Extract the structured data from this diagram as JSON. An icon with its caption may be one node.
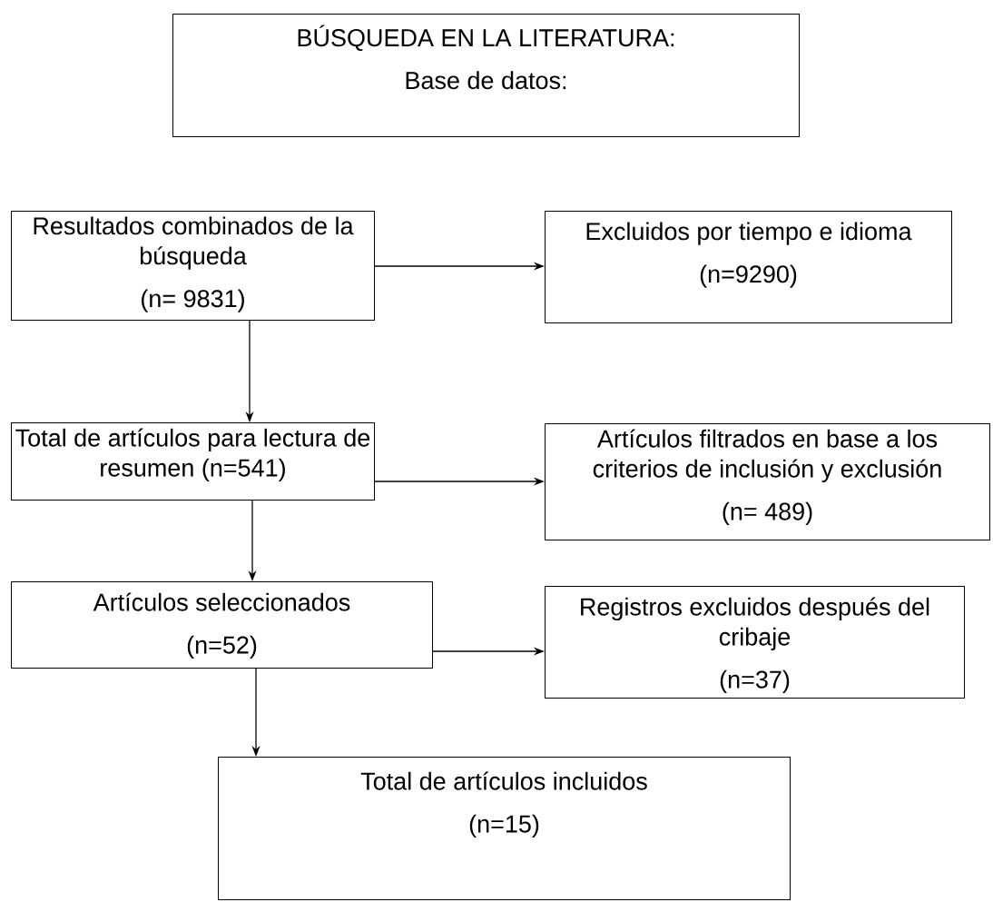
{
  "diagram": {
    "nodes": [
      {
        "text": [
          "BÚSQUEDA EN LA LITERATURA:",
          "Base de datos:"
        ]
      },
      {
        "text": [
          "Resultados combinados de la búsqueda",
          "(n= 9831)"
        ]
      },
      {
        "text": [
          "Excluidos por tiempo e idioma",
          "(n=9290)"
        ]
      },
      {
        "text": [
          "Total de artículos para lectura de resumen (n=541)"
        ]
      },
      {
        "text": [
          "Artículos filtrados en base a los criterios de inclusión y exclusión",
          "(n= 489)"
        ]
      },
      {
        "text": [
          "Artículos seleccionados",
          "(n=52)"
        ]
      },
      {
        "text": [
          "Registros excluidos después del cribaje",
          "(n=37)"
        ]
      },
      {
        "text": [
          "Total de artículos incluidos",
          "(n=15)"
        ]
      }
    ],
    "edges": [
      {
        "from": 1,
        "to": 2,
        "arrow": "to"
      },
      {
        "from": 1,
        "to": 3,
        "arrow": "to"
      },
      {
        "from": 3,
        "to": 4,
        "arrow": "to"
      },
      {
        "from": 3,
        "to": 5,
        "arrow": "to"
      },
      {
        "from": 5,
        "to": 6,
        "arrow": "to"
      },
      {
        "from": 5,
        "to": 7,
        "arrow": "to"
      }
    ]
  }
}
